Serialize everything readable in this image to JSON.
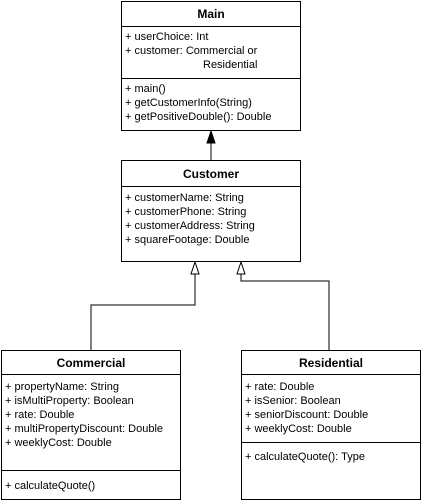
{
  "classes": {
    "main": {
      "name": "Main",
      "attributes": [
        "+ userChoice: Int",
        "+ customer: Commercial or",
        "Residential"
      ],
      "methods": [
        "+ main()",
        "+ getCustomerInfo(String)",
        "+ getPositiveDouble(): Double"
      ]
    },
    "customer": {
      "name": "Customer",
      "attributes": [
        "+ customerName: String",
        "+ customerPhone: String",
        "+ customerAddress: String",
        "+ squareFootage: Double"
      ]
    },
    "commercial": {
      "name": "Commercial",
      "attributes": [
        "+ propertyName: String",
        "+ isMultiProperty: Boolean",
        "+ rate: Double",
        "+ multiPropertyDiscount: Double",
        "+ weeklyCost: Double"
      ],
      "methods": [
        "+ calculateQuote()"
      ]
    },
    "residential": {
      "name": "Residential",
      "attributes": [
        "+ rate: Double",
        "+ isSenior: Boolean",
        "+ seniorDiscount: Double",
        "+ weeklyCost: Double"
      ],
      "methods": [
        "+ calculateQuote(): Type"
      ]
    }
  },
  "colors": {
    "line": "#000000",
    "background": "#ffffff"
  }
}
